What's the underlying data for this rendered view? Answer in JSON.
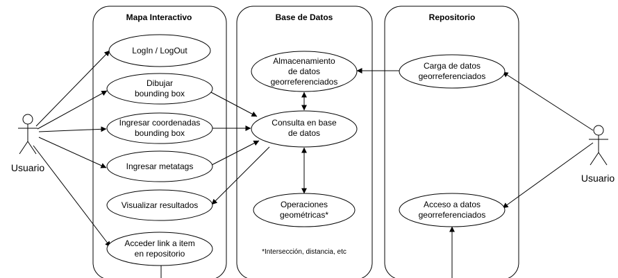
{
  "lanes": {
    "mapa": {
      "title": "Mapa Interactivo"
    },
    "base": {
      "title": "Base de Datos"
    },
    "repo": {
      "title": "Repositorio"
    }
  },
  "actors": {
    "left": {
      "label": "Usuario"
    },
    "right": {
      "label": "Usuario"
    }
  },
  "use_cases": {
    "login": {
      "lines": [
        "LogIn / LogOut"
      ]
    },
    "dibujar": {
      "lines": [
        "Dibujar",
        "bounding box"
      ]
    },
    "ingresar_coord": {
      "lines": [
        "Ingresar coordenadas",
        "bounding box"
      ]
    },
    "metatags": {
      "lines": [
        "Ingresar metatags"
      ]
    },
    "visualizar": {
      "lines": [
        "Visualizar resultados"
      ]
    },
    "acceder": {
      "lines": [
        "Acceder link a item",
        "en repositorio"
      ]
    },
    "almacenamiento": {
      "lines": [
        "Almacenamiento",
        "de datos",
        "georreferenciados"
      ]
    },
    "consulta": {
      "lines": [
        "Consulta en base",
        "de datos"
      ]
    },
    "operaciones": {
      "lines": [
        "Operaciones",
        "geométricas*"
      ]
    },
    "carga": {
      "lines": [
        "Carga de datos",
        "georreferenciados"
      ]
    },
    "acceso": {
      "lines": [
        "Acceso a datos",
        "georreferenciados"
      ]
    }
  },
  "note": {
    "text": "*Intersección, distancia, etc"
  }
}
